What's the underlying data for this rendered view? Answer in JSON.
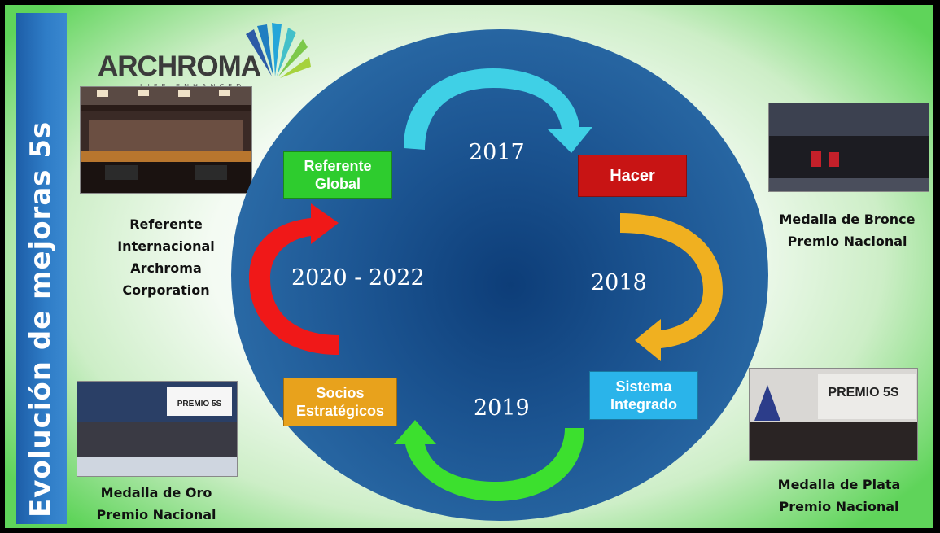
{
  "sidebar": {
    "title": "Evolución de mejoras 5s"
  },
  "logo": {
    "name": "ARCHROMA",
    "tagline": "LIFE ENHANCED"
  },
  "cycle": {
    "years": [
      "2017",
      "2018",
      "2019",
      "2020 - 2022"
    ],
    "stages": [
      {
        "label": "Referente\nGlobal",
        "color": "#2ecc2e"
      },
      {
        "label": "Hacer",
        "color": "#c81414"
      },
      {
        "label": "Sistema\nIntegrado",
        "color": "#2ab4ea"
      },
      {
        "label": "Socios\nEstratégicos",
        "color": "#e8a21c"
      }
    ],
    "arrow_colors": [
      "#3fd0e6",
      "#f0b020",
      "#3ce02e",
      "#f01818"
    ],
    "circle_color": "#1f5a96"
  },
  "captions": {
    "top_left": "Referente\nInternacional\nArchroma\nCorporation",
    "bottom_left": "Medalla de Oro\nPremio Nacional",
    "top_right": "Medalla de Bronce\nPremio Nacional",
    "bottom_right": "Medalla de Plata\nPremio Nacional"
  },
  "photos": {
    "bottom_left_banner": "PREMIO 5S",
    "bottom_right_banner": "PREMIO 5S"
  }
}
